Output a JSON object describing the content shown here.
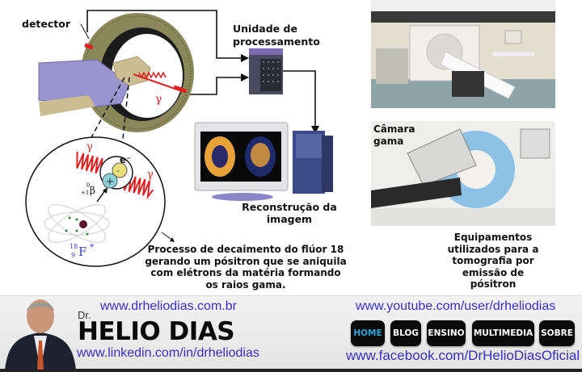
{
  "diagram": {
    "detector_label": "detector",
    "processing_label_1": "Unidade de",
    "processing_label_2": "processamento",
    "reconstruction_label_1": "Reconstrução da",
    "reconstruction_label_2": "imagem",
    "gamma_symbol": "γ",
    "electron_symbol": "e⁻",
    "minus_sign": "-",
    "plus_sign": "+",
    "positron_sup": "0",
    "positron_sub": "+1",
    "positron_symbol": "β",
    "fluorine_mass": "18",
    "fluorine_atomic": "9",
    "fluorine_symbol": "F",
    "fluorine_star": "*",
    "decay_caption_1": "Processo de decaimento do flúor 18",
    "decay_caption_2": "gerando um pósitron que se aniquila",
    "decay_caption_3": "com elétrons da matéria formando",
    "decay_caption_4": "os raios gama.",
    "gamma_camera_label_1": "Câmara",
    "gamma_camera_label_2": "gama",
    "equipment_caption_1": "Equipamentos",
    "equipment_caption_2": "utilizados para a",
    "equipment_caption_3": "tomografia por",
    "equipment_caption_4": "emissão de",
    "equipment_caption_5": "pósitron"
  },
  "colors": {
    "gamma_red": "#e02020",
    "link_blue": "#3a2fc0",
    "nav_active": "#2ea3d8",
    "fluorine_blue": "#3a3ad8",
    "ring_olive": "#8a875a"
  },
  "banner": {
    "dr_prefix": "Dr.",
    "name": "HELIO DIAS",
    "website": "www.drheliodias.com.br",
    "linkedin": "www.linkedin.com/in/drheliodias",
    "youtube": "www.youtube.com/user/drheliodias",
    "facebook": "www.facebook.com/DrHelioDiasOficial",
    "nav": [
      {
        "label": "HOME",
        "active": true
      },
      {
        "label": "BLOG",
        "active": false
      },
      {
        "label": "ENSINO",
        "active": false
      },
      {
        "label": "MULTIMEDIA",
        "active": false
      },
      {
        "label": "SOBRE",
        "active": false
      }
    ]
  }
}
